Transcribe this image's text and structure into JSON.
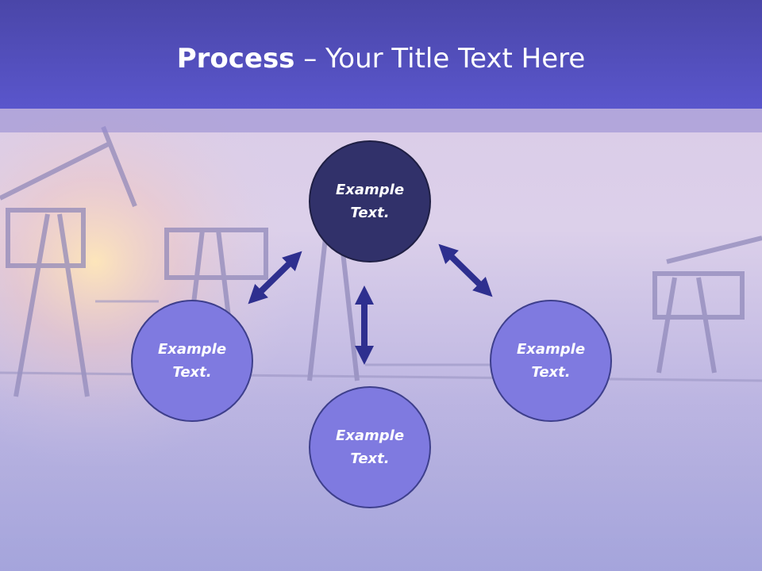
{
  "title": {
    "bold": "Process",
    "rest": " – Your Title Text Here"
  },
  "nodes": {
    "top": "Example Text.",
    "left": "Example Text.",
    "right": "Example Text.",
    "bottom": "Example Text."
  },
  "colors": {
    "title_bar": "#5a56cc",
    "node_fill": "#7f7ae0",
    "node_center_fill": "#31316a",
    "arrow": "#2e2f8f"
  }
}
